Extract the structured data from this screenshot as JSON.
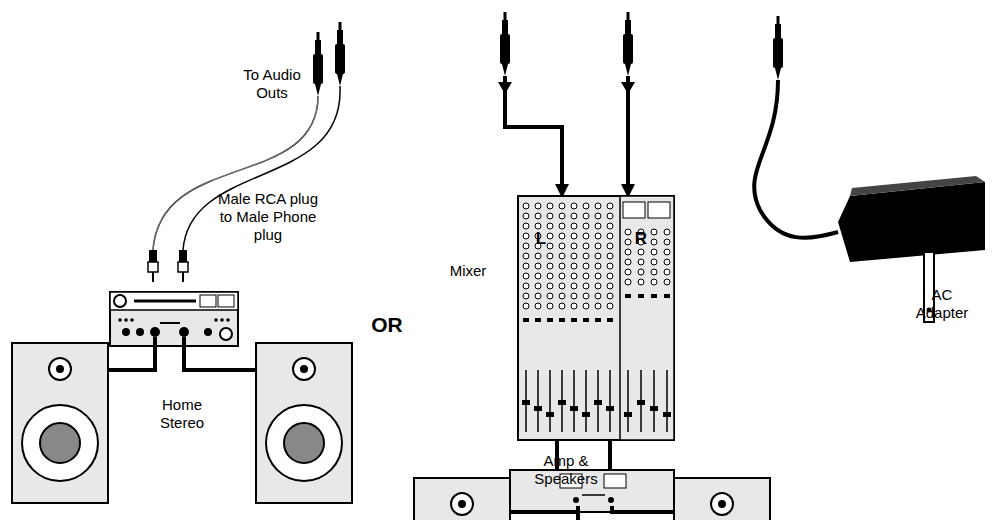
{
  "diagram": {
    "labels": [
      "To Audio Outs",
      "Male RCA plug to Male Phone plug",
      "Home Stereo",
      "OR",
      "L",
      "R",
      "Mixer",
      "AC Adapter",
      "Amp & Speakers"
    ]
  }
}
